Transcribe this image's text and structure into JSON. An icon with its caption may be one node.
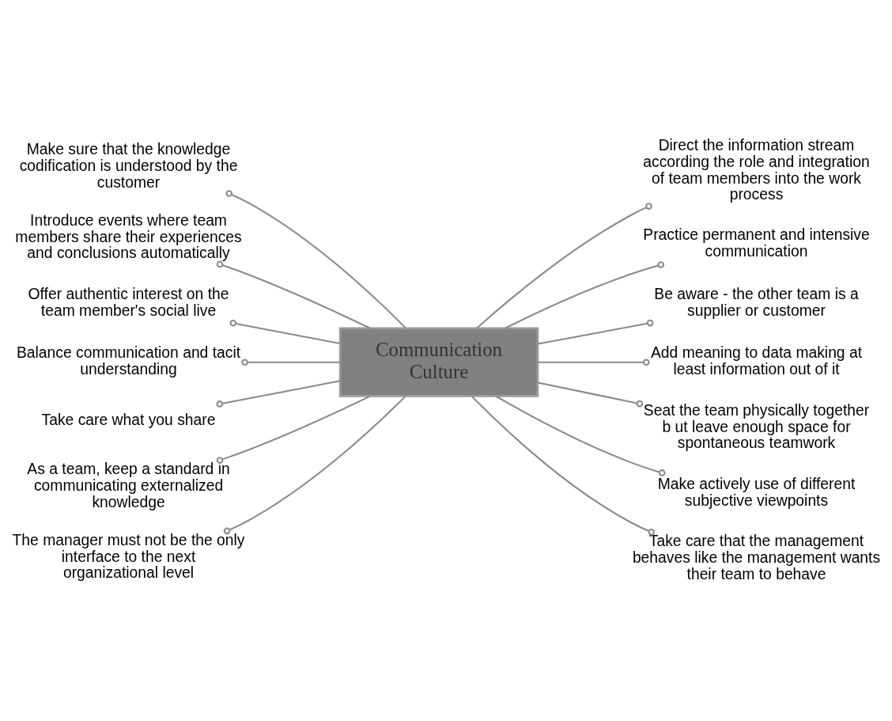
{
  "diagram": {
    "nodes": [
      {
        "text": [
          "Communication Culture"
        ]
      },
      {
        "text": [
          "Make sure that the knowledge codification is understood by the customer"
        ]
      },
      {
        "text": [
          "Direct the information stream according the role and integration of team members into the work process"
        ]
      },
      {
        "text": [
          "Introduce events where team members share their experiences and conclusions automatically"
        ]
      },
      {
        "text": [
          "Practice permanent and intensive communication"
        ]
      },
      {
        "text": [
          "Offer authentic interest on the team member's social live"
        ]
      },
      {
        "text": [
          "Be aware - the other team is a supplier or customer"
        ]
      },
      {
        "text": [
          "Balance communication and tacit understanding"
        ]
      },
      {
        "text": [
          "Add meaning to data making at least information out of it"
        ]
      },
      {
        "text": [
          "Take care what you share"
        ]
      },
      {
        "text": [
          "Seat the team physically together b ut leave enough space for spontaneous teamwork"
        ]
      },
      {
        "text": [
          "As a team, keep a standard in communicating externalized knowledge"
        ]
      },
      {
        "text": [
          "Make actively use of different subjective viewpoints"
        ]
      },
      {
        "text": [
          "The manager must not be the only interface to the next organizational level"
        ]
      },
      {
        "text": [
          "Take care that the management behaves like the management wants their team to behave"
        ]
      }
    ],
    "edges": [
      {
        "from": 0,
        "to": 1,
        "arrow": "other"
      },
      {
        "from": 0,
        "to": 2,
        "arrow": "other"
      },
      {
        "from": 0,
        "to": 3,
        "arrow": "other"
      },
      {
        "from": 0,
        "to": 4,
        "arrow": "other"
      },
      {
        "from": 0,
        "to": 5,
        "arrow": "other"
      },
      {
        "from": 0,
        "to": 6,
        "arrow": "other"
      },
      {
        "from": 0,
        "to": 7,
        "arrow": "other"
      },
      {
        "from": 0,
        "to": 8,
        "arrow": "other"
      },
      {
        "from": 0,
        "to": 9,
        "arrow": "other"
      },
      {
        "from": 0,
        "to": 10,
        "arrow": "other"
      },
      {
        "from": 0,
        "to": 11,
        "arrow": "other"
      },
      {
        "from": 0,
        "to": 12,
        "arrow": "other"
      },
      {
        "from": 0,
        "to": 13,
        "arrow": "other"
      },
      {
        "from": 0,
        "to": 14,
        "arrow": "other"
      }
    ]
  }
}
